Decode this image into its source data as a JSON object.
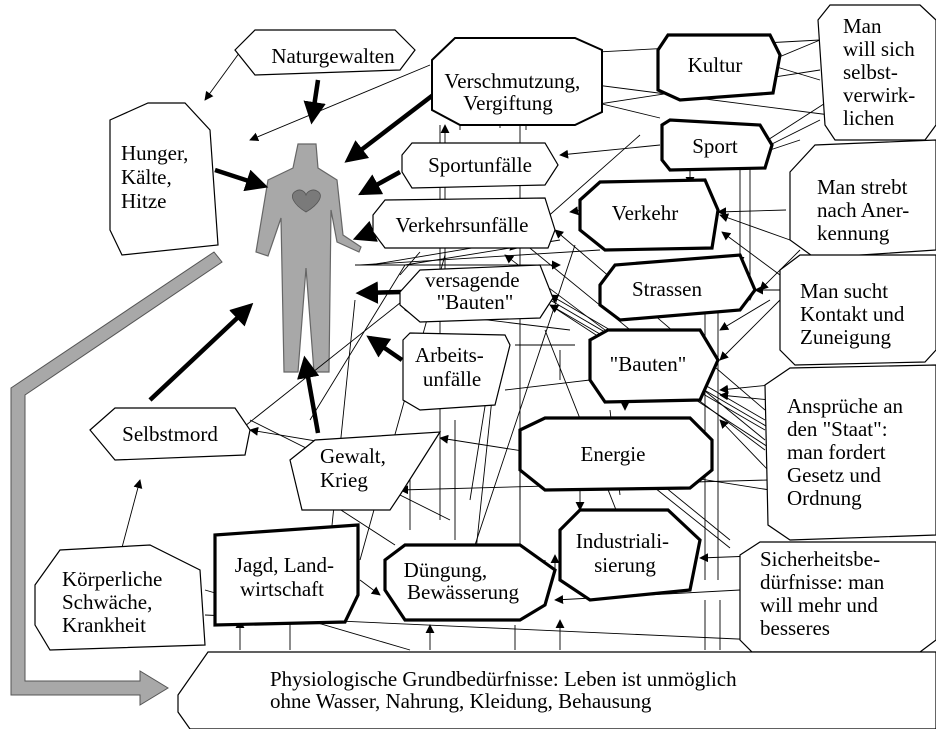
{
  "diagram": {
    "nodes": {
      "naturgewalten": [
        "Naturgewalten"
      ],
      "verschmutzung": [
        "Verschmutzung,",
        "Vergiftung"
      ],
      "kultur": [
        "Kultur"
      ],
      "hunger": [
        "Hunger,",
        "Kälte,",
        "Hitze"
      ],
      "sport": [
        "Sport"
      ],
      "sportunfaelle": [
        "Sportunfälle"
      ],
      "verkehr": [
        "Verkehr"
      ],
      "verkehrsunfaelle": [
        "Verkehrsunfälle"
      ],
      "strassen": [
        "Strassen"
      ],
      "versagende_bauten": [
        "versagende",
        "\"Bauten\""
      ],
      "arbeitsunfaelle": [
        "Arbeits-",
        "unfälle"
      ],
      "bauten": [
        "\"Bauten\""
      ],
      "selbstmord": [
        "Selbstmord"
      ],
      "gewalt": [
        "Gewalt,",
        "Krieg"
      ],
      "energie": [
        "Energie"
      ],
      "industrialisierung": [
        "Industriali-",
        "sierung"
      ],
      "jagd": [
        "Jagd, Land-",
        "wirtschaft"
      ],
      "duengung": [
        "Düngung,",
        "Bewässerung"
      ],
      "koerperliche": [
        "Körperliche",
        "Schwäche,",
        "Krankheit"
      ],
      "selbstverwirklichen": [
        "Man",
        "will sich",
        "selbst-",
        "verwirk-",
        "lichen"
      ],
      "anerkennung": [
        "Man strebt",
        "nach Aner-",
        "kennung"
      ],
      "kontakt": [
        "Man sucht",
        "Kontakt und",
        "Zuneigung"
      ],
      "staat": [
        "Ansprüche an",
        "den \"Staat\":",
        "man fordert",
        "Gesetz und",
        "Ordnung"
      ],
      "sicherheit": [
        "Sicherheitsbe-",
        "dürfnisse: man",
        "will mehr und",
        "besseres"
      ],
      "physiologische": [
        "Physiologische Grundbedürfnisse: Leben ist unmöglich",
        "ohne Wasser, Nahrung, Kleidung, Behausung"
      ]
    },
    "colors": {
      "figure": "#a8a8a8",
      "heart": "#7a7a7a",
      "big_arrow": "#a8a8a8",
      "stroke": "#000000"
    }
  }
}
